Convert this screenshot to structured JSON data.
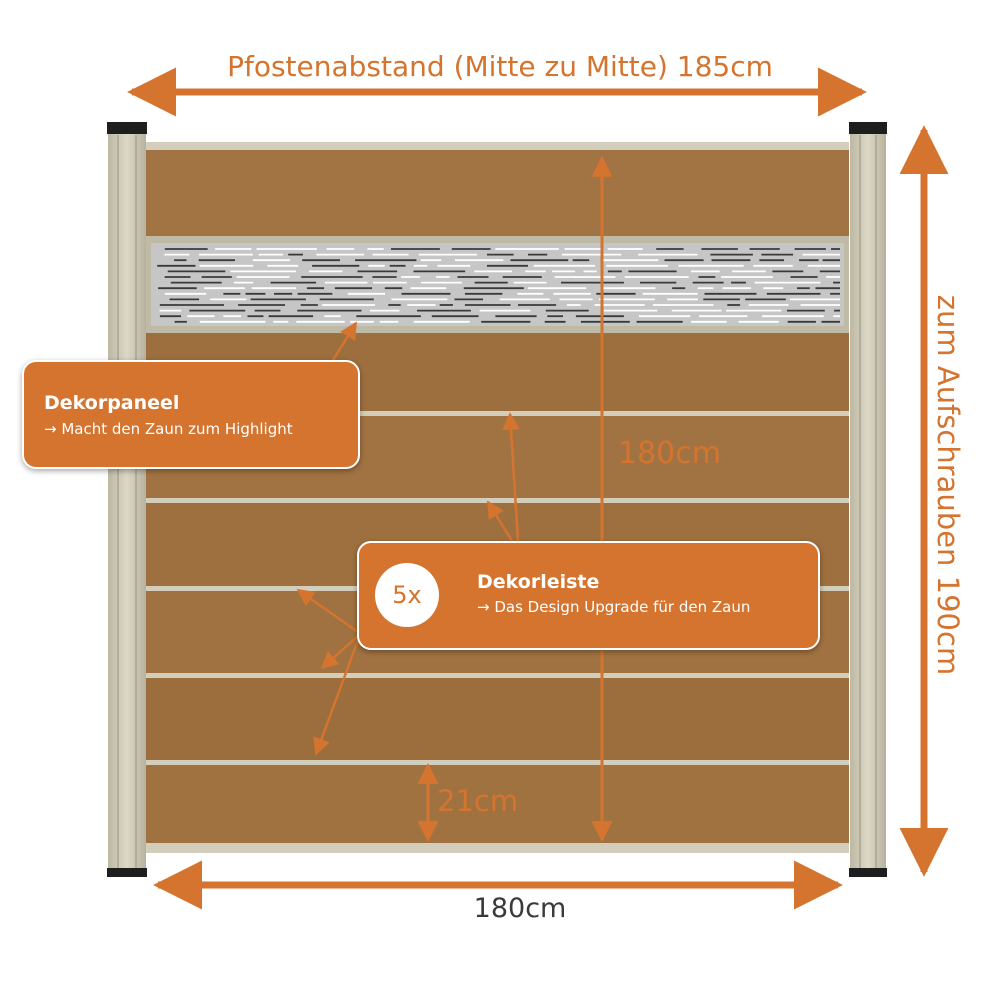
{
  "dimensions": {
    "post_spacing_label": "Pfostenabstand (Mitte zu Mitte) 185cm",
    "panel_width_label": "180cm",
    "panel_height_label": "180cm",
    "post_height_label": "zum Aufschrauben 190cm",
    "slat_height_label": "21cm"
  },
  "callouts": {
    "dekorpaneel": {
      "title": "Dekorpaneel",
      "subtitle": "→ Macht den Zaun zum Highlight"
    },
    "dekorleiste": {
      "count": "5x",
      "title": "Dekorleiste",
      "subtitle": "→ Das Design Upgrade für den Zaun"
    }
  },
  "colors": {
    "accent": "#d4742f",
    "wood": "#a07240",
    "aluminium": "#d2cebb",
    "decor_panel": "#c8c8c8"
  }
}
